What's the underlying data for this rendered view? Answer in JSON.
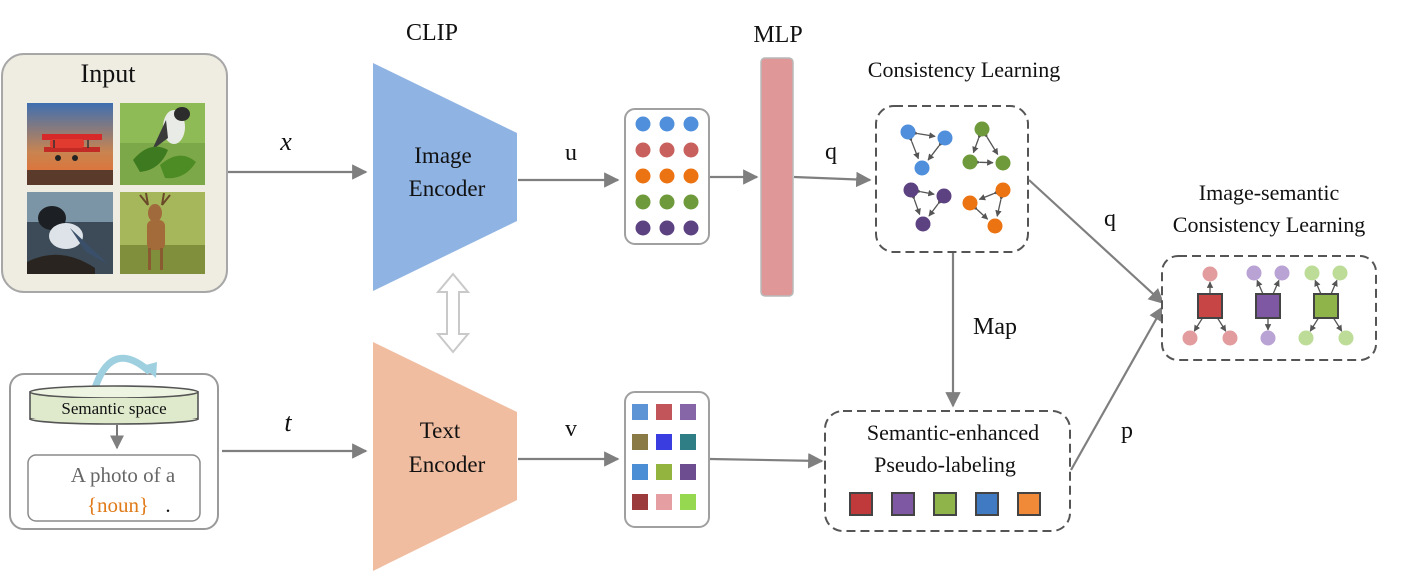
{
  "input": {
    "title": "Input",
    "images": [
      "airplane-photo",
      "bird-on-branch-photo",
      "magpie-photo",
      "deer-photo"
    ]
  },
  "clip": {
    "label": "CLIP"
  },
  "image_encoder": {
    "line1": "Image",
    "line2": "Encoder",
    "color": "#8fb3e3"
  },
  "text_encoder": {
    "line1": "Text",
    "line2": "Encoder",
    "color": "#f1bda1"
  },
  "mlp": {
    "label": "MLP",
    "color": "#e09797"
  },
  "semantic": {
    "space_label": "Semantic space",
    "prompt_prefix": "A photo of a",
    "prompt_noun": "{noun}",
    "prompt_suffix": ".",
    "noun_color": "#e07b1a"
  },
  "variables": {
    "x": "x",
    "t": "t",
    "u": "u",
    "v": "v",
    "q1": "q",
    "q2": "q",
    "p": "p"
  },
  "consistency": {
    "title": "Consistency Learning"
  },
  "map": {
    "label": "Map"
  },
  "pseudo": {
    "line1": "Semantic-enhanced",
    "line2": "Pseudo-labeling",
    "square_colors": [
      "#c0393b",
      "#7e58a3",
      "#8eb44a",
      "#3f7ac2",
      "#f08a39"
    ]
  },
  "image_semantic": {
    "line1": "Image-semantic",
    "line2": "Consistency Learning"
  },
  "u_dot_colors": [
    [
      "#4f8fdc",
      "#4f8fdc",
      "#4f8fdc"
    ],
    [
      "#c8605d",
      "#c8605d",
      "#c8605d"
    ],
    [
      "#ec7312",
      "#ec7312",
      "#ec7312"
    ],
    [
      "#6f9a3c",
      "#6f9a3c",
      "#6f9a3c"
    ],
    [
      "#5d4282",
      "#5d4282",
      "#5d4282"
    ]
  ],
  "v_square_colors": [
    [
      "#5c94d6",
      "#c2555a",
      "#8766a8"
    ],
    [
      "#8a7a46",
      "#3a3de0",
      "#2f7e86"
    ],
    [
      "#4c8ed6",
      "#93b43e",
      "#6d4d8f"
    ],
    [
      "#9c3b3c",
      "#e59ea2",
      "#96d84f"
    ]
  ],
  "clusters": {
    "blue": "#4f8fdc",
    "green": "#6f9a3c",
    "purple": "#5d4282",
    "orange": "#ec7312"
  },
  "groups": [
    {
      "square": "#c74645",
      "dots": "#e39c9e"
    },
    {
      "square": "#7e58a3",
      "dots": "#b9a2d4"
    },
    {
      "square": "#8eb44a",
      "dots": "#bddc97"
    }
  ]
}
